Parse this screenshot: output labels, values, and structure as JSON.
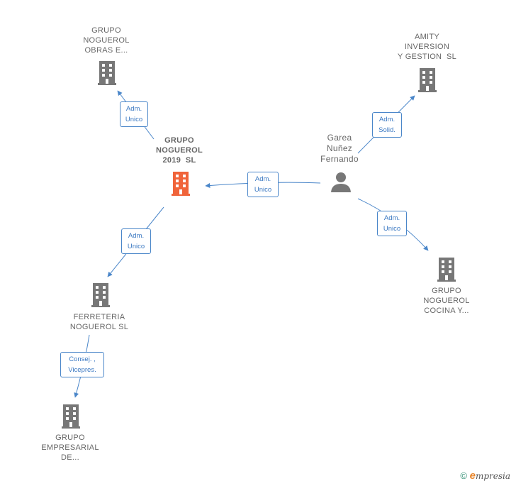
{
  "colors": {
    "edge": "#4a86c9",
    "building": "#777777",
    "building_focus": "#f0643a",
    "person": "#777777"
  },
  "nodes": {
    "obras": {
      "lines": [
        "GRUPO",
        "NOGUEROL",
        "OBRAS E..."
      ],
      "icon": "building-icon"
    },
    "amity": {
      "lines": [
        "AMITY",
        "INVERSION",
        "Y GESTION  SL"
      ],
      "icon": "building-icon"
    },
    "noguerol2019": {
      "lines": [
        "GRUPO",
        "NOGUEROL",
        "2019  SL"
      ],
      "icon": "building-icon-highlighted"
    },
    "garea": {
      "lines": [
        "Garea",
        "Nuñez",
        "Fernando"
      ],
      "icon": "person-icon"
    },
    "ferreteria": {
      "lines": [
        "FERRETERIA",
        "NOGUEROL SL"
      ],
      "icon": "building-icon"
    },
    "cocina": {
      "lines": [
        "GRUPO",
        "NOGUEROL",
        "COCINA Y..."
      ],
      "icon": "building-icon"
    },
    "empresarial": {
      "lines": [
        "GRUPO",
        "EMPRESARIAL",
        "DE..."
      ],
      "icon": "building-icon"
    }
  },
  "edges": {
    "to_obras": [
      "Adm.",
      "Unico"
    ],
    "to_amity": [
      "Adm.",
      "Solid."
    ],
    "to_2019": [
      "Adm.",
      "Unico"
    ],
    "to_cocina": [
      "Adm.",
      "Unico"
    ],
    "to_ferreteria": [
      "Adm.",
      "Unico"
    ],
    "to_empresarial": [
      "Consej. ,",
      "Vicepres."
    ]
  },
  "footer": {
    "copyright": "©",
    "brand_initial": "e",
    "brand_rest": "mpresia"
  }
}
